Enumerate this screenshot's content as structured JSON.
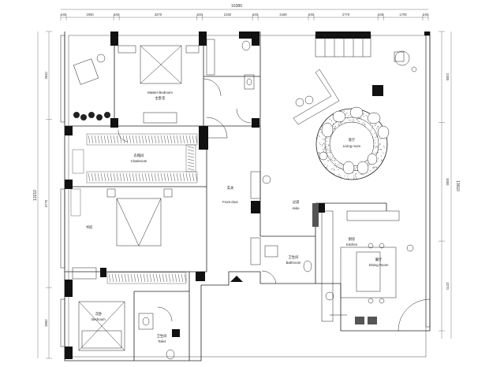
{
  "top_dims": {
    "total": "16380",
    "segments": [
      "240",
      "2050",
      "240",
      "3370",
      "240",
      "2160",
      "240",
      "2180",
      "240",
      "2770",
      "240",
      "1700",
      "240"
    ]
  },
  "left_dims": {
    "total": "13210",
    "segments": [
      "3540",
      "6770",
      "2850"
    ]
  },
  "right_dims": {
    "total": "13610",
    "segments": [
      "2300",
      "3000",
      "2270"
    ]
  },
  "rooms": {
    "master_bedroom_cn": "主卧室",
    "master_bedroom_en": "Master Bedroom",
    "cloakroom_cn": "衣帽间",
    "cloakroom_en": "Cloakroom",
    "front_door_cn": "玄关",
    "front_door_en": "Front door",
    "living_room_cn": "客厅",
    "living_room_en": "Living room",
    "aisle_cn": "过道",
    "aisle_en": "Aisle",
    "bathroom_cn": "卫生间",
    "bathroom_en": "Bathroom",
    "kitchen_cn": "厨房",
    "kitchen_en": "Kitchen",
    "dining_cn": "餐厅",
    "dining_en": "Dining Room",
    "middle_room_cn": "书房",
    "bedroom_cn": "次卧",
    "bedroom_en": "Bedroom",
    "toilet_cn": "卫生间",
    "toilet_en": "Toilet"
  }
}
